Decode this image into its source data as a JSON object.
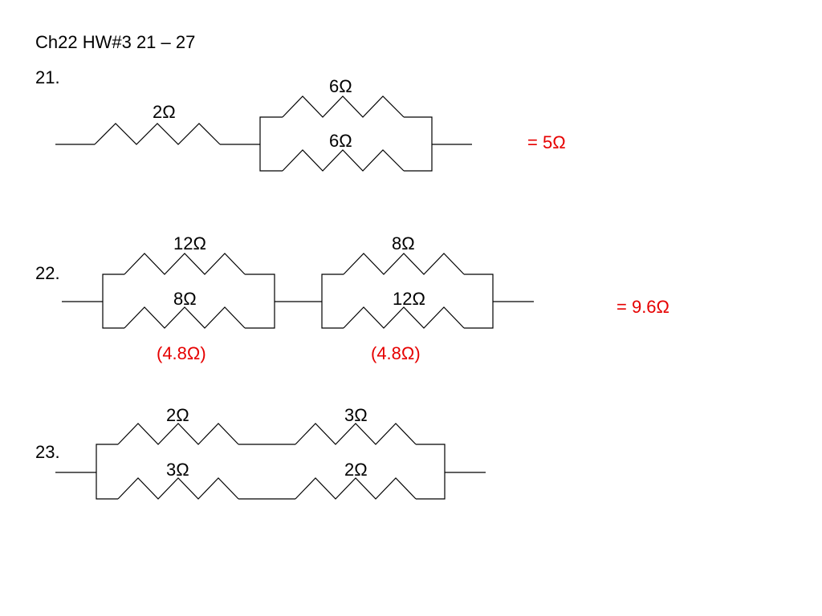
{
  "title": "Ch22 HW#3 21 – 27",
  "problems": [
    {
      "number": "21.",
      "labels": {
        "r_series": "2Ω",
        "r_top": "6Ω",
        "r_bottom": "6Ω"
      },
      "answer": "= 5Ω"
    },
    {
      "number": "22.",
      "labels": {
        "left_top": "12Ω",
        "left_bottom": "8Ω",
        "left_equiv": "(4.8Ω)",
        "right_top": "8Ω",
        "right_bottom": "12Ω",
        "right_equiv": "(4.8Ω)"
      },
      "answer": "= 9.6Ω"
    },
    {
      "number": "23.",
      "labels": {
        "top_left": "2Ω",
        "top_right": "3Ω",
        "bottom_left": "3Ω",
        "bottom_right": "2Ω"
      }
    }
  ],
  "colors": {
    "text": "#000000",
    "answer": "#e60000",
    "wire": "#000000"
  }
}
